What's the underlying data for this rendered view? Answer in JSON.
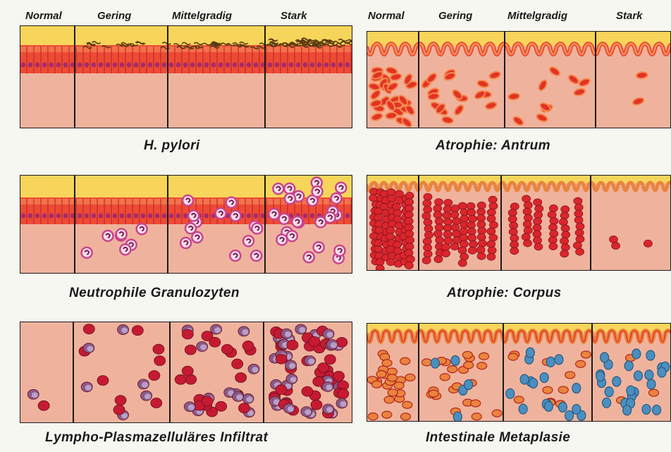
{
  "header_left": {
    "grades": [
      "Normal",
      "Gering",
      "Mittelgradig",
      "Stark"
    ]
  },
  "header_right": {
    "grades": [
      "Normal",
      "Gering",
      "Mittelgradig",
      "Stark"
    ]
  },
  "panels": {
    "h_pylori": "H. pylori",
    "atrophie_antrum": "Atrophie: Antrum",
    "neutrophile": "Neutrophile Granulozyten",
    "atrophie_corpus": "Atrophie: Corpus",
    "lympho": "Lympho-Plasmazelluläres Infiltrat",
    "metaplasie": "Intestinale Metaplasie"
  },
  "colors": {
    "background": "#f6f7f1",
    "lumen_yellow": "#f7d55a",
    "epithelium_red": "#ee4a36",
    "lamina_pink": "#efb39d",
    "gland_red": "#e23324",
    "neutrophil_purple": "#c9448f",
    "plasma_red": "#c51a32",
    "goblet_blue": "#4a8fbf",
    "outline": "#2a1a10"
  }
}
